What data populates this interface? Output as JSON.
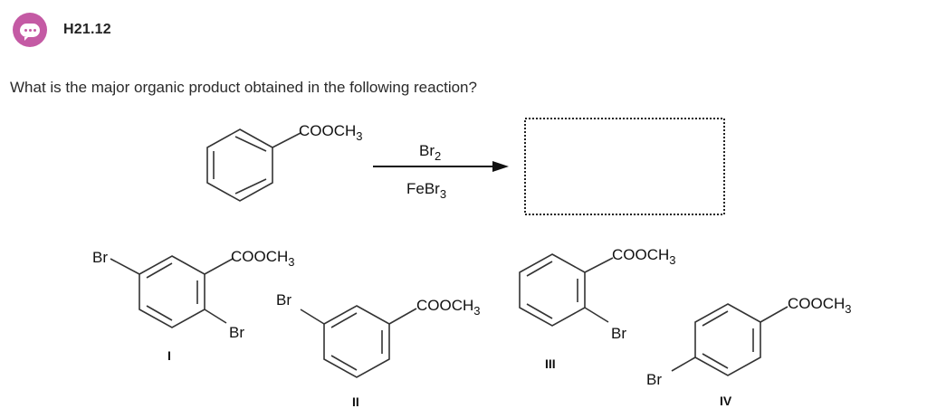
{
  "problem": {
    "id": "H21.12"
  },
  "question": {
    "text": "What is the major organic product obtained in the following reaction?"
  },
  "reaction": {
    "substituent": "COOCH",
    "subscript": "3",
    "reagent_top": {
      "base": "Br",
      "sub": "2"
    },
    "reagent_bottom": {
      "base": "FeBr",
      "sub": "3"
    },
    "answer_box": ""
  },
  "choices": [
    {
      "numeral": "I",
      "substituents": [
        "Br",
        "Br"
      ]
    },
    {
      "numeral": "II",
      "substituents": [
        "Br"
      ]
    },
    {
      "numeral": "III",
      "substituents": [
        "Br"
      ]
    },
    {
      "numeral": "IV",
      "substituents": [
        "Br"
      ]
    }
  ]
}
